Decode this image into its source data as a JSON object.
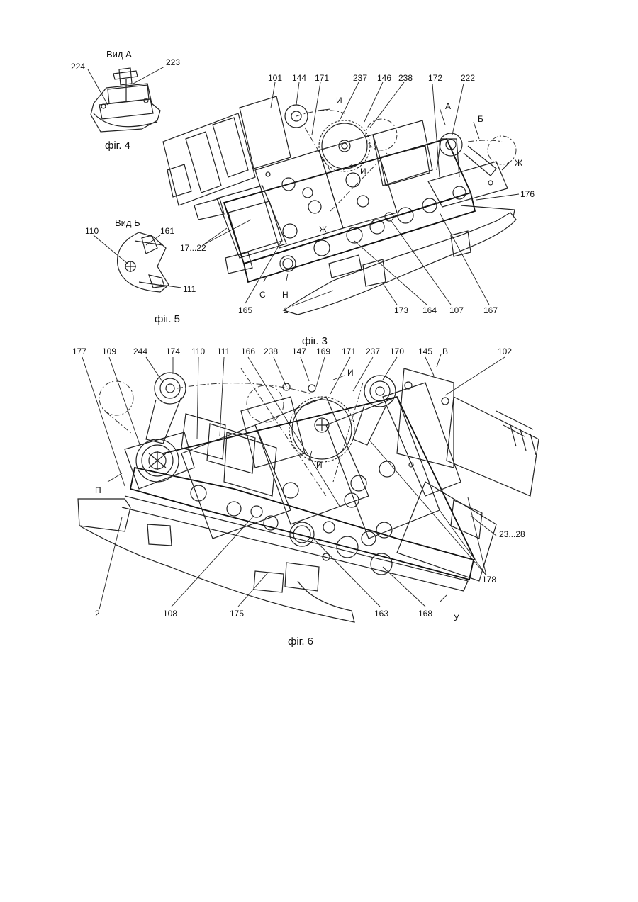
{
  "captions": {
    "fig3": "фіг. 3",
    "fig4": "фіг. 4",
    "fig5": "фіг. 5",
    "fig6": "фіг. 6"
  },
  "views": {
    "view_a": "Вид А",
    "view_b": "Вид Б"
  },
  "fig4_labels": [
    "224",
    "223"
  ],
  "fig5_labels": [
    "110",
    "161",
    "111"
  ],
  "fig3_labels": [
    "101",
    "144",
    "171",
    "237",
    "146",
    "238",
    "172",
    "222",
    "И",
    "И",
    "А",
    "Б",
    "Ж",
    "Ж",
    "176",
    "17...22",
    "165",
    "С",
    "Н",
    "1",
    "173",
    "164",
    "107",
    "167"
  ],
  "fig6_labels": [
    "177",
    "109",
    "244",
    "174",
    "110",
    "111",
    "166",
    "238",
    "147",
    "169",
    "171",
    "237",
    "170",
    "145",
    "В",
    "102",
    "И",
    "И",
    "П",
    "23...28",
    "178",
    "2",
    "108",
    "175",
    "163",
    "168",
    "У"
  ]
}
